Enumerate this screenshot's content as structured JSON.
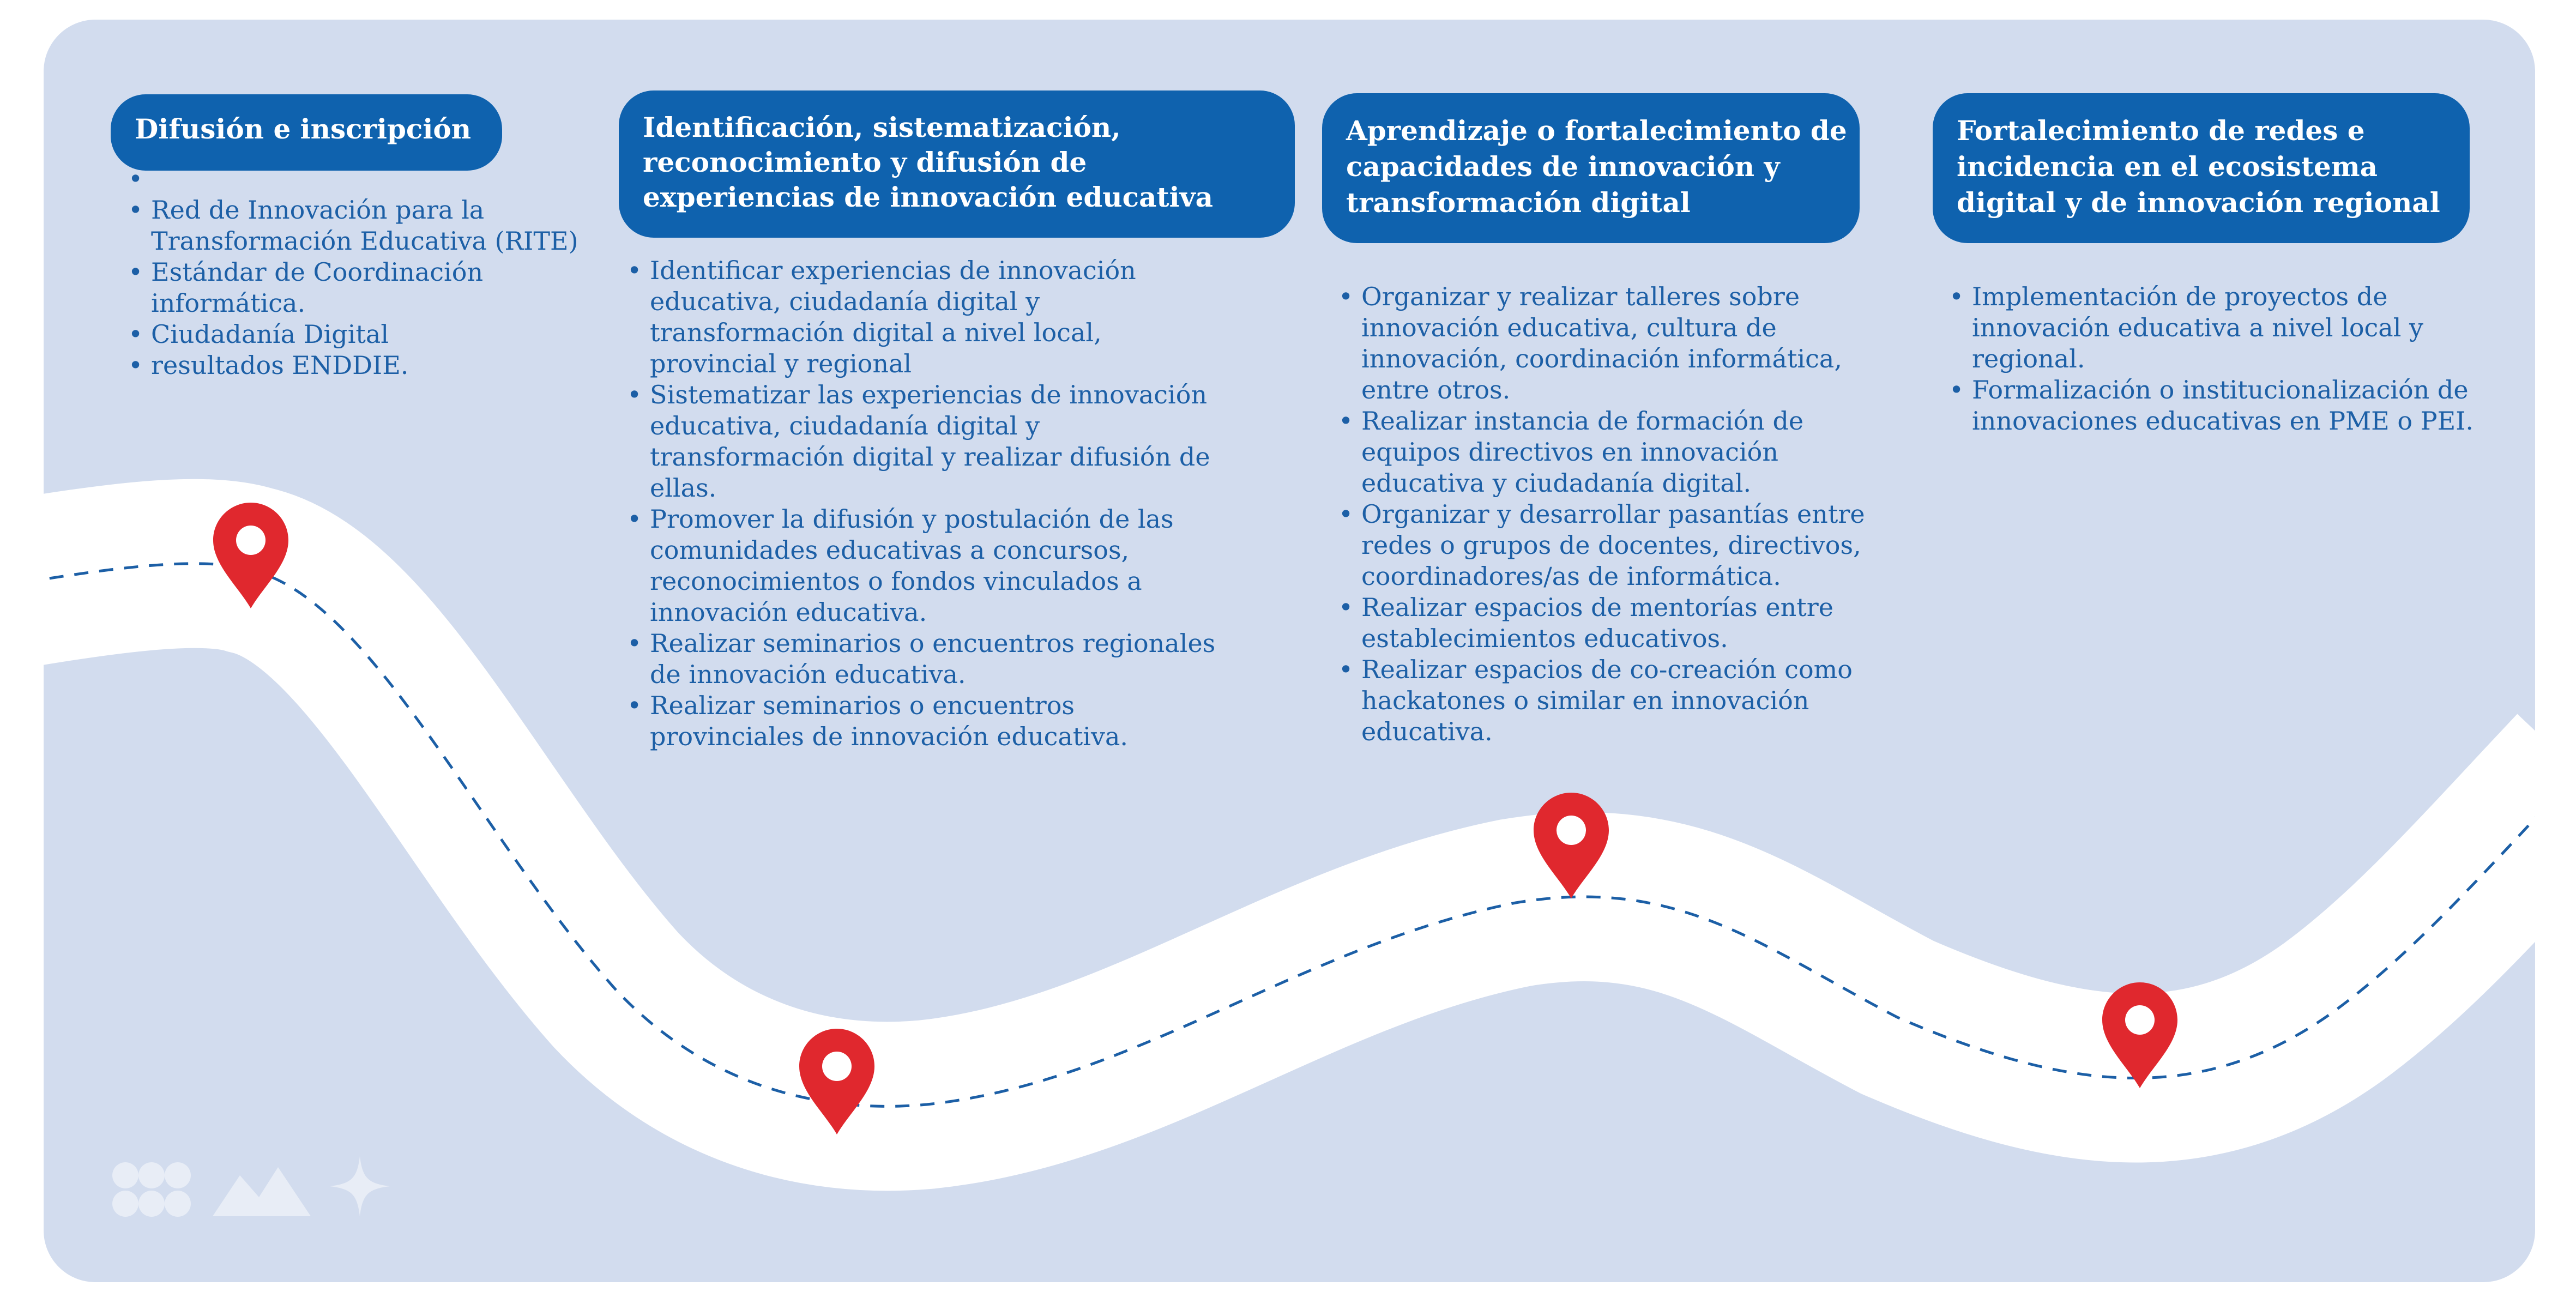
{
  "phases": [
    {
      "title": [
        "Difusión e  inscripción"
      ],
      "items": [
        "",
        "Red de Innovación para la Transformación Educativa (RITE)",
        "Estándar de Coordinación informática.",
        "Ciudadanía Digital",
        "resultados ENDDIE."
      ]
    },
    {
      "title": [
        "Identificación, sistematización,",
        "reconocimiento y difusión de",
        "experiencias de innovación educativa"
      ],
      "items": [
        "Identificar experiencias de innovación educativa, ciudadanía digital y transformación digital a nivel local, provincial y regional",
        "Sistematizar las experiencias de innovación educativa, ciudadanía digital y transformación digital y realizar difusión de ellas.",
        "Promover la difusión y postulación de las comunidades educativas a concursos, reconocimientos o fondos vinculados a innovación educativa.",
        "Realizar seminarios o encuentros regionales de innovación educativa.",
        "Realizar seminarios o encuentros provinciales de innovación educativa."
      ]
    },
    {
      "title": [
        "Aprendizaje o fortalecimiento de",
        "capacidades de innovación y",
        "transformación digital"
      ],
      "items": [
        "Organizar y realizar talleres sobre innovación educativa, cultura de innovación, coordinación informática, entre otros.",
        "Realizar instancia de formación de equipos directivos en innovación educativa y ciudadanía digital.",
        "Organizar y desarrollar pasantías entre redes o grupos de docentes, directivos, coordinadores/as de informática.",
        "Realizar espacios de mentorías entre establecimientos educativos.",
        "Realizar espacios de co-creación como hackatones o similar en innovación educativa."
      ]
    },
    {
      "title": [
        "Fortalecimiento de redes e",
        "incidencia en el ecosistema",
        "digital y de innovación regional"
      ],
      "items": [
        "Implementación de proyectos de innovación educativa a nivel local y regional.",
        "Formalización o institucionalización de innovaciones educativas en PME o PEI."
      ]
    }
  ],
  "pins": [
    {
      "name": "map-pin-phase-1-icon"
    },
    {
      "name": "map-pin-phase-2-icon"
    },
    {
      "name": "map-pin-phase-3-icon"
    },
    {
      "name": "map-pin-phase-4-icon"
    }
  ],
  "colors": {
    "panel": "#d2dcee",
    "heading": "#0f62ae",
    "text": "#1c5fa6",
    "pin": "#e0282e",
    "road": "#ffffff",
    "dash": "#1c5fa6"
  }
}
